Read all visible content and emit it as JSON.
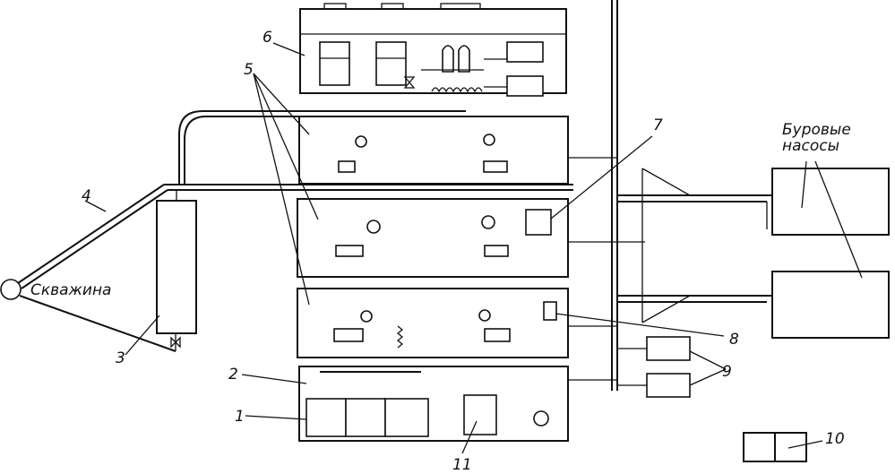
{
  "labels": {
    "well": "Скважина",
    "pumps_line1": "Буровые",
    "pumps_line2": "насосы",
    "n1": "1",
    "n2": "2",
    "n3": "3",
    "n4": "4",
    "n5": "5",
    "n6": "6",
    "n7": "7",
    "n8": "8",
    "n9": "9",
    "n10": "10",
    "n11": "11"
  }
}
